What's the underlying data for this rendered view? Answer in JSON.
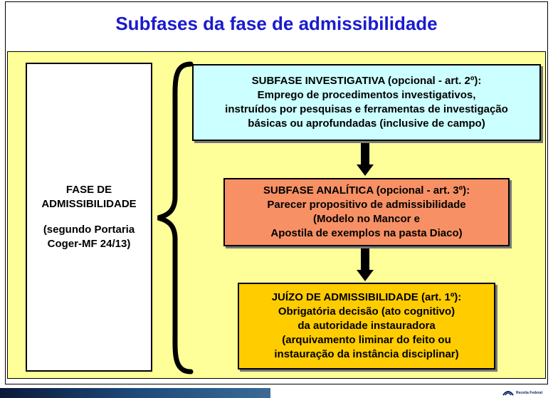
{
  "title": "Subfases da fase de admissibilidade",
  "left_box": {
    "line1": "FASE DE",
    "line2": "ADMISSIBILIDADE",
    "line3": "(segundo Portaria",
    "line4": "Coger-MF 24/13)"
  },
  "boxes": [
    {
      "lines": [
        "SUBFASE INVESTIGATIVA (opcional - art. 2º):",
        "Emprego de procedimentos investigativos,",
        "instruídos por pesquisas e ferramentas de investigação",
        "básicas ou aprofundadas (inclusive de campo)"
      ]
    },
    {
      "lines": [
        "SUBFASE ANALÍTICA (opcional - art. 3º):",
        "Parecer propositivo de admissibilidade",
        "(Modelo no Mancor e",
        "Apostila de exemplos na pasta Diaco)"
      ]
    },
    {
      "lines": [
        "JUÍZO DE ADMISSIBILIDADE (art. 1º):",
        "Obrigatória decisão (ato cognitivo)",
        "da autoridade instauradora",
        "(arquivamento liminar do feito ou",
        "instauração da instância disciplinar)"
      ]
    }
  ],
  "footer": {
    "logo_text": "Receita Federal"
  },
  "colors": {
    "title": "#1a1ad0",
    "panel": "#ffff99",
    "box1": "#ccffff",
    "box2": "#f79064",
    "box3": "#ffcc00"
  }
}
